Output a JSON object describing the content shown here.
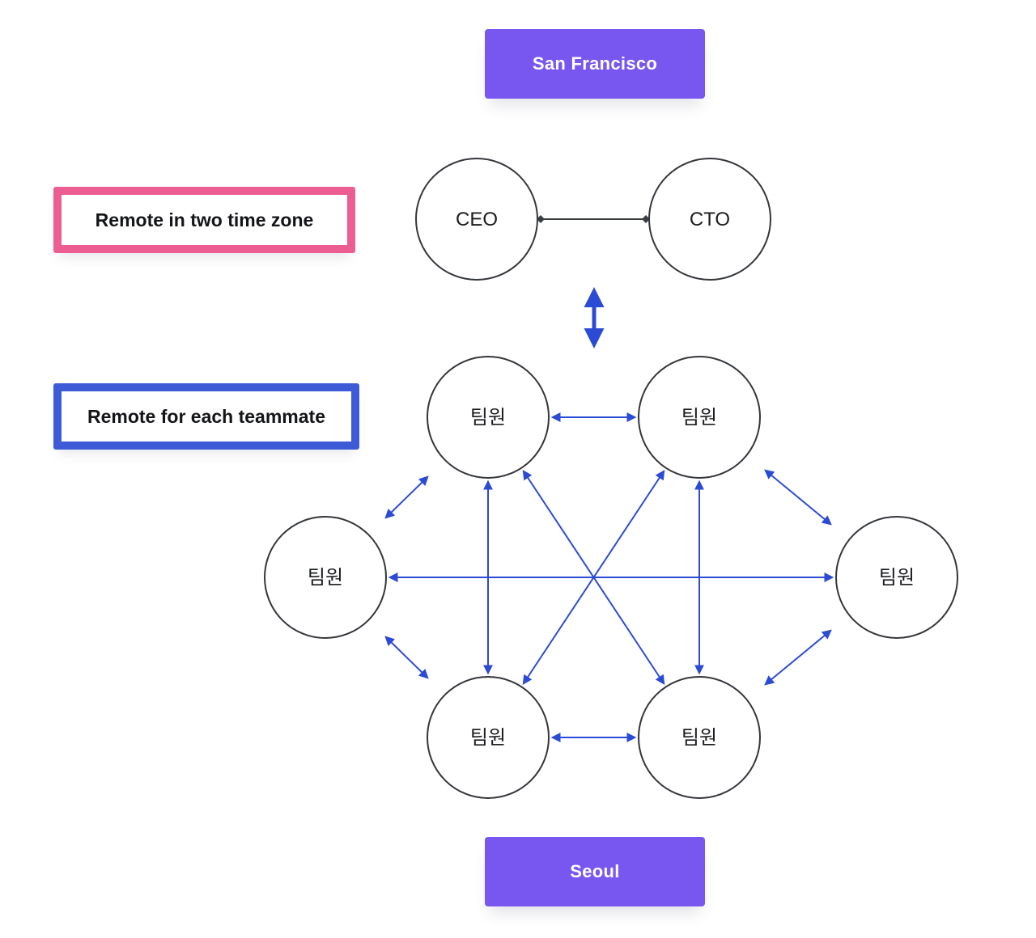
{
  "locations": {
    "top": "San Francisco",
    "bottom": "Seoul"
  },
  "legend": {
    "two_time_zone": "Remote in two time zone",
    "each_teammate": "Remote for each teammate"
  },
  "nodes": {
    "ceo": "CEO",
    "cto": "CTO",
    "members": [
      "팀원",
      "팀원",
      "팀원",
      "팀원",
      "팀원",
      "팀원"
    ]
  },
  "connections": {
    "executives": [
      {
        "from": "CEO",
        "to": "CTO",
        "style": "line-with-diamond-ends"
      }
    ],
    "groups": [
      {
        "from": "executive-group",
        "to": "team-group",
        "style": "thick-double-arrow"
      }
    ],
    "team_mesh_member_indices": [
      [
        0,
        1
      ],
      [
        4,
        5
      ],
      [
        2,
        3
      ],
      [
        0,
        4
      ],
      [
        1,
        5
      ],
      [
        0,
        5
      ],
      [
        1,
        4
      ],
      [
        2,
        0
      ],
      [
        2,
        4
      ],
      [
        3,
        1
      ],
      [
        3,
        5
      ]
    ],
    "team_mesh_style": "blue-double-arrow"
  },
  "colors": {
    "location_banner": "#7757f0",
    "legend_pink_border": "#ec5e92",
    "legend_blue_border": "#3d5bd7",
    "arrow_blue": "#2c4bd4",
    "node_outline": "#33363b",
    "connector_dark": "#3a3d42",
    "background": "#ffffff"
  }
}
